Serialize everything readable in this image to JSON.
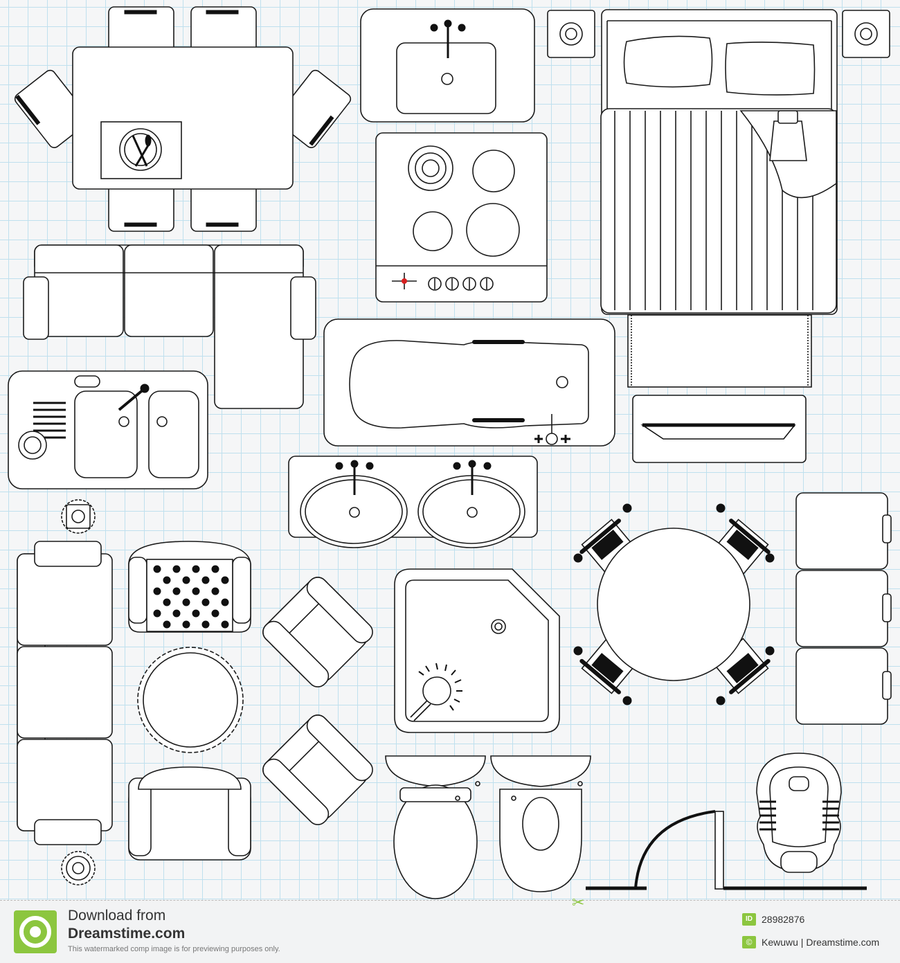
{
  "footer": {
    "download_line1": "Download from",
    "download_line2": "Dreamstime.com",
    "watermark_note": "This watermarked comp image is for previewing purposes only.",
    "id_badge": "ID",
    "image_id": "28982876",
    "copyright_badge": "©",
    "credit": "Kewuwu | Dreamstime.com"
  },
  "colors": {
    "grid": "#bfe0ee",
    "background": "#f5f6f7",
    "line": "#1a1a1a",
    "brand_green": "#8cc63f",
    "stove_knob_red": "#d62020"
  },
  "icons": [
    "dining-table-icon",
    "kitchen-sink-icon",
    "stove-icon",
    "double-bed-icon",
    "sofa-icon",
    "bathtub-icon",
    "double-basin-icon",
    "round-table-icon",
    "armchair-icon",
    "shower-tray-icon",
    "toilet-icon",
    "bidet-icon",
    "door-icon",
    "squat-toilet-icon",
    "plant-icon",
    "scissors-icon"
  ]
}
